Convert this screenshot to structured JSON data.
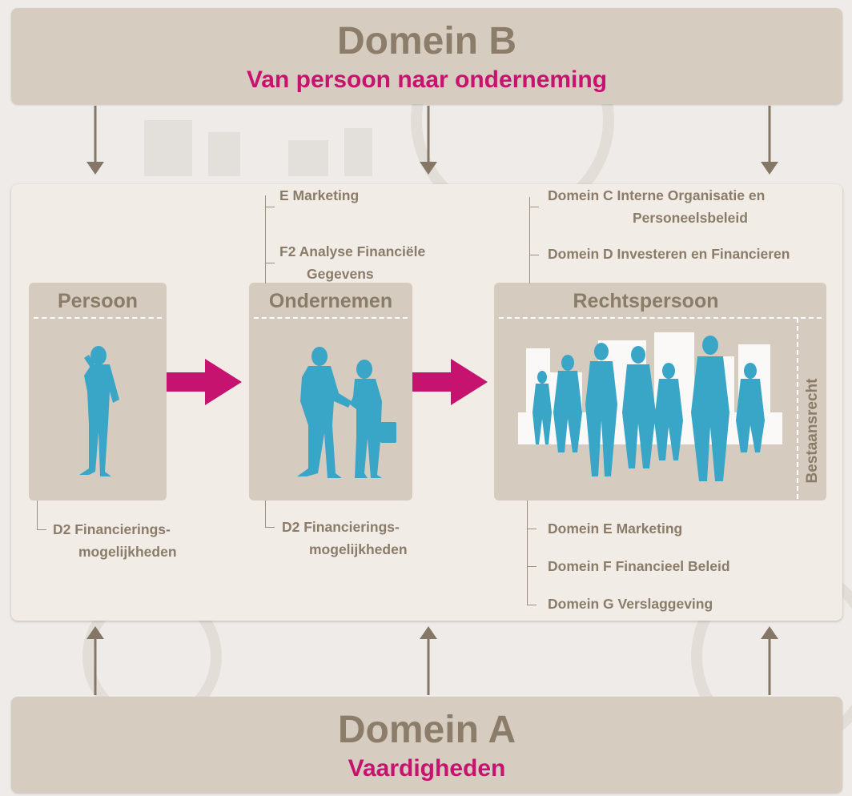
{
  "domain_b": {
    "title": "Domein B",
    "subtitle": "Van persoon naar onderneming"
  },
  "domain_a": {
    "title": "Domein A",
    "subtitle": "Vaardigheden"
  },
  "cards": {
    "persoon": {
      "title": "Persoon"
    },
    "ondernemen": {
      "title": "Ondernemen"
    },
    "rechtspersoon": {
      "title": "Rechtspersoon",
      "side_label": "Bestaansrecht"
    }
  },
  "labels": {
    "ondernemen_top": [
      {
        "line1": "E  Marketing"
      },
      {
        "line1": "F2  Analyse Financiële",
        "line2": "Gegevens"
      }
    ],
    "rechtspersoon_top": [
      {
        "line1": "Domein C  Interne Organisatie en",
        "line2": "Personeelsbeleid"
      },
      {
        "line1": "Domein D  Investeren en Financieren"
      }
    ],
    "persoon_bottom": {
      "line1": "D2 Financierings-",
      "line2": "mogelijkheden"
    },
    "ondernemen_bottom": {
      "line1": "D2 Financierings-",
      "line2": "mogelijkheden"
    },
    "rechtspersoon_bottom": [
      {
        "line1": "Domein E  Marketing"
      },
      {
        "line1": "Domein F  Financieel Beleid"
      },
      {
        "line1": "Domein G  Verslaggeving"
      }
    ]
  },
  "colors": {
    "accent_magenta": "#c5136f",
    "figure_blue": "#3aa6c7",
    "text_brown": "#8a7c69",
    "box_beige": "#d6cdc0"
  }
}
